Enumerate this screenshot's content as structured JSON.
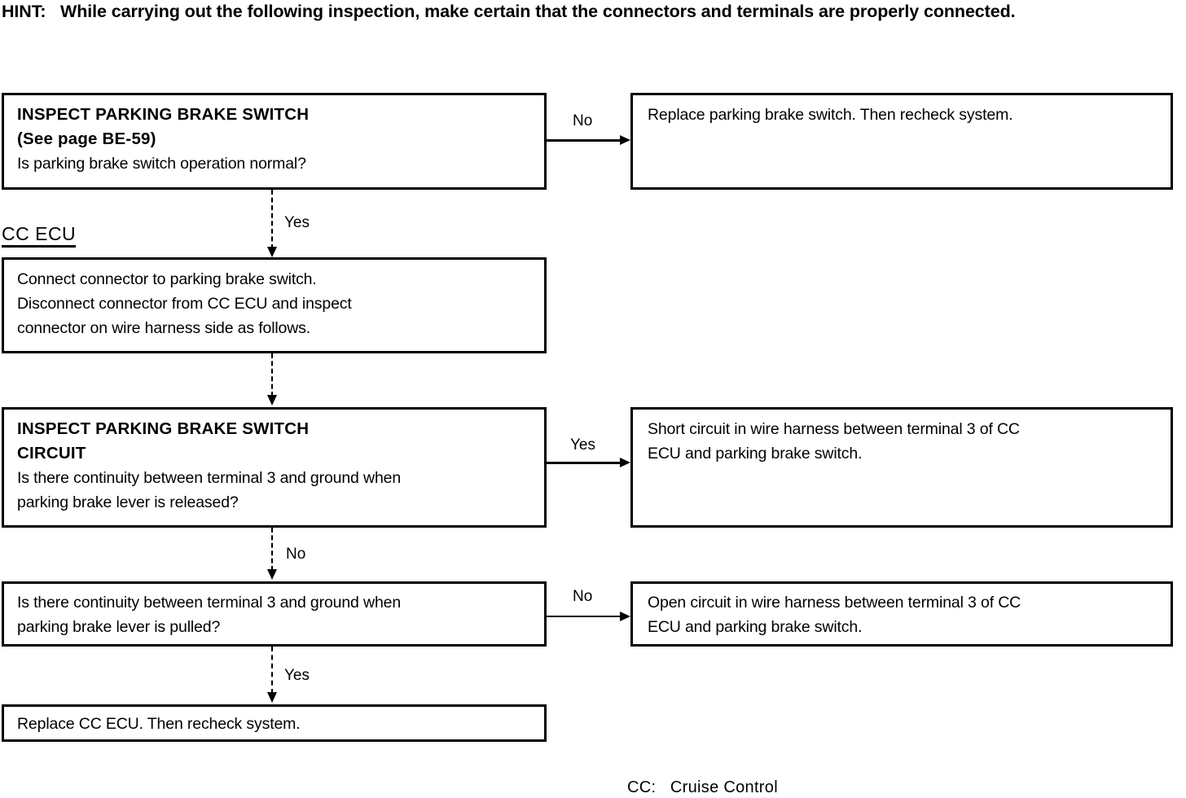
{
  "hint": {
    "text": "HINT:   While carrying out the following inspection, make certain that the connectors and terminals are properly connected."
  },
  "section_label": "CC ECU",
  "footnote": "CC:   Cruise Control",
  "boxes": {
    "inspect_switch": {
      "title_line1": "INSPECT PARKING BRAKE SWITCH",
      "title_line2": "(See page BE-59)",
      "body_line1": "Is parking brake switch operation normal?"
    },
    "replace_switch": {
      "body_line1": "Replace parking brake switch. Then recheck system."
    },
    "connect_connector": {
      "body_line1": "Connect connector to parking brake switch.",
      "body_line2": "Disconnect connector from CC ECU and inspect",
      "body_line3": "connector on wire harness side as follows."
    },
    "inspect_circuit": {
      "title_line1": "INSPECT PARKING BRAKE SWITCH",
      "title_line2": "CIRCUIT",
      "body_line1": "Is there continuity between terminal 3 and ground when",
      "body_line2": "parking brake lever is released?"
    },
    "short_circuit": {
      "body_line1": "Short circuit in wire harness between terminal 3 of CC",
      "body_line2": "ECU and parking brake switch."
    },
    "continuity_pulled": {
      "body_line1": "Is there continuity between terminal 3 and ground when",
      "body_line2": "parking brake lever is pulled?"
    },
    "open_circuit": {
      "body_line1": "Open circuit in wire harness between terminal 3 of CC",
      "body_line2": "ECU and parking brake switch."
    },
    "replace_ecu": {
      "body_line1": "Replace CC ECU. Then recheck system."
    }
  },
  "edge_labels": {
    "no_1": "No",
    "yes_1": "Yes",
    "yes_2": "Yes",
    "no_2": "No",
    "no_3": "No",
    "yes_3": "Yes"
  },
  "colors": {
    "ink": "#000000",
    "paper": "#ffffff"
  }
}
